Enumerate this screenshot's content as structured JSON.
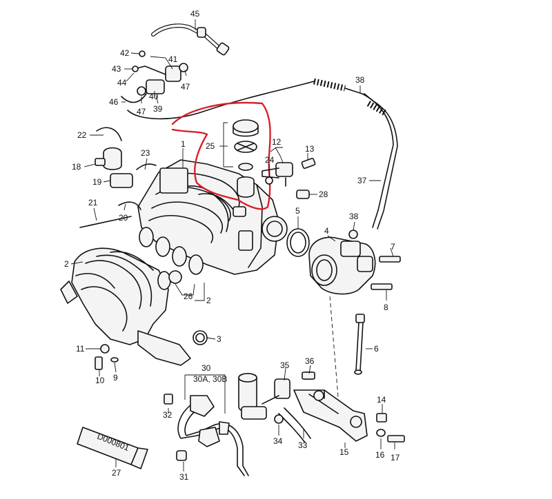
{
  "diagram": {
    "highlight_color": "#d8202a",
    "line_color": "#111111",
    "callouts": [
      {
        "id": "n45",
        "text": "45"
      },
      {
        "id": "n42",
        "text": "42"
      },
      {
        "id": "n41",
        "text": "41"
      },
      {
        "id": "n43",
        "text": "43"
      },
      {
        "id": "n44",
        "text": "44"
      },
      {
        "id": "n47a",
        "text": "47"
      },
      {
        "id": "n40",
        "text": "40"
      },
      {
        "id": "n46",
        "text": "46"
      },
      {
        "id": "n47b",
        "text": "47"
      },
      {
        "id": "n39",
        "text": "39"
      },
      {
        "id": "n38a",
        "text": "38"
      },
      {
        "id": "n22",
        "text": "22"
      },
      {
        "id": "n25",
        "text": "25"
      },
      {
        "id": "n1",
        "text": "1"
      },
      {
        "id": "n12",
        "text": "12"
      },
      {
        "id": "n13",
        "text": "13"
      },
      {
        "id": "n24",
        "text": "24"
      },
      {
        "id": "n23",
        "text": "23"
      },
      {
        "id": "n18",
        "text": "18"
      },
      {
        "id": "n19",
        "text": "19"
      },
      {
        "id": "n37",
        "text": "37"
      },
      {
        "id": "n28",
        "text": "28"
      },
      {
        "id": "n21",
        "text": "21"
      },
      {
        "id": "n20",
        "text": "20"
      },
      {
        "id": "n5",
        "text": "5"
      },
      {
        "id": "n38b",
        "text": "38"
      },
      {
        "id": "n4",
        "text": "4"
      },
      {
        "id": "n7",
        "text": "7"
      },
      {
        "id": "n2a",
        "text": "2"
      },
      {
        "id": "n26",
        "text": "26"
      },
      {
        "id": "n2b",
        "text": "2"
      },
      {
        "id": "n8",
        "text": "8"
      },
      {
        "id": "n6",
        "text": "6"
      },
      {
        "id": "n11",
        "text": "11"
      },
      {
        "id": "n3",
        "text": "3"
      },
      {
        "id": "n10",
        "text": "10"
      },
      {
        "id": "n9",
        "text": "9"
      },
      {
        "id": "n30",
        "text": "30"
      },
      {
        "id": "n30ab",
        "text": "30A, 30B"
      },
      {
        "id": "n35",
        "text": "35"
      },
      {
        "id": "n36",
        "text": "36"
      },
      {
        "id": "n14",
        "text": "14"
      },
      {
        "id": "n32",
        "text": "32"
      },
      {
        "id": "n34",
        "text": "34"
      },
      {
        "id": "n33",
        "text": "33"
      },
      {
        "id": "n15",
        "text": "15"
      },
      {
        "id": "n16",
        "text": "16"
      },
      {
        "id": "n17",
        "text": "17"
      },
      {
        "id": "n27",
        "text": "27"
      },
      {
        "id": "n31",
        "text": "31"
      }
    ],
    "tube_label": "D000801"
  }
}
